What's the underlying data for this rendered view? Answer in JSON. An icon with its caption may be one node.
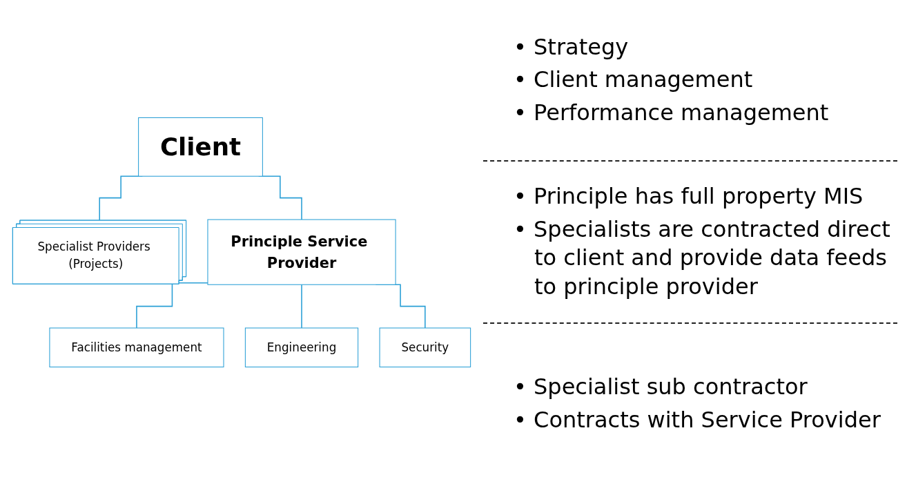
{
  "diagram": {
    "nodes": [
      {
        "text": [
          "Client"
        ]
      },
      {
        "text": [
          "Specialist Providers (Projects)"
        ]
      },
      {
        "text": [
          "Principle Service Provider"
        ]
      },
      {
        "text": [
          "Facilities management"
        ]
      },
      {
        "text": [
          "Engineering"
        ]
      },
      {
        "text": [
          "Security"
        ]
      }
    ],
    "edges": [
      {
        "from": 0,
        "to": 1,
        "arrow": "none"
      },
      {
        "from": 0,
        "to": 2,
        "arrow": "none"
      },
      {
        "from": 2,
        "to": 3,
        "arrow": "none"
      },
      {
        "from": 2,
        "to": 4,
        "arrow": "none"
      },
      {
        "from": 2,
        "to": 5,
        "arrow": "none"
      }
    ],
    "labels": [
      "• Strategy",
      "• Client management",
      "• Performance management",
      "• Principle has full property MIS",
      "• Specialists are contracted direct to client and provide data feeds to principle provider",
      "• Specialist sub contractor",
      "• Contracts with Service Provider"
    ]
  }
}
